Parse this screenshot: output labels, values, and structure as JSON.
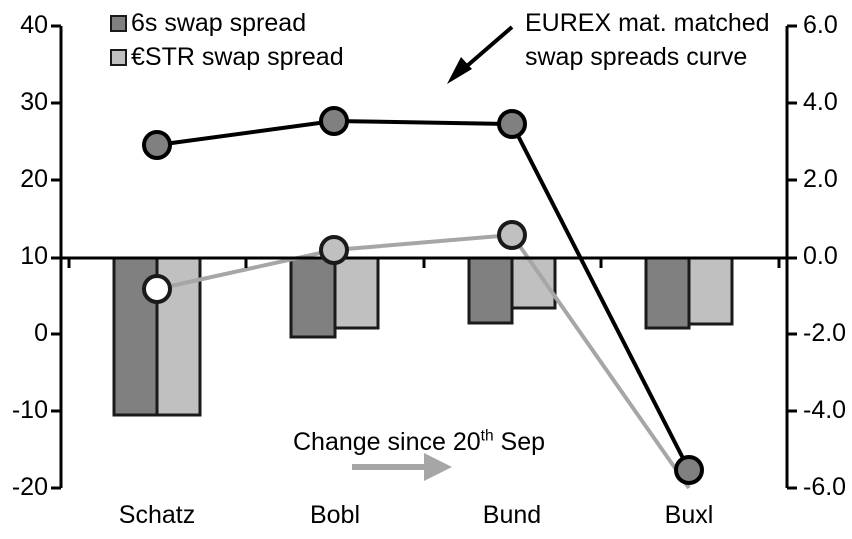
{
  "chart_data": {
    "type": "bar",
    "title": "",
    "subtitle": "",
    "xlabel": "",
    "ylabel": "",
    "categories": [
      "Schatz",
      "Bobl",
      "Bund",
      "Buxl"
    ],
    "grid": false,
    "legend_position": "top-left",
    "axes": {
      "left": {
        "ticks": [
          "40",
          "30",
          "20",
          "10",
          "0",
          "-10",
          "-20"
        ],
        "tick_values": [
          40,
          30,
          20,
          10,
          0,
          -10,
          -20
        ],
        "ylim": [
          -20,
          40
        ],
        "applies_to": [
          "6s swap spread",
          "€STR swap spread"
        ]
      },
      "right": {
        "ticks": [
          "6.0",
          "4.0",
          "2.0",
          "0.0",
          "-2.0",
          "-4.0",
          "-6.0"
        ],
        "tick_values": [
          6.0,
          4.0,
          2.0,
          0.0,
          -2.0,
          -4.0,
          -6.0
        ],
        "ylim": [
          -6.0,
          6.0
        ],
        "applies_to": [
          "EUREX mat. matched swap spreads curve",
          "Change since 20th Sep"
        ]
      }
    },
    "series": [
      {
        "name": "6s swap spread",
        "type": "bar",
        "axis": "left",
        "color": "#808080",
        "values": [
          -10.3,
          0.0,
          1.9,
          0.8
        ]
      },
      {
        "name": "€STR swap spread",
        "type": "bar",
        "axis": "left",
        "color": "#c0c0c0",
        "values": [
          -10.3,
          0.8,
          3.3,
          1.2
        ]
      },
      {
        "name": "EUREX mat. matched swap spreads curve",
        "type": "line",
        "axis": "right",
        "color": "#000000",
        "marker_fill": "#808080",
        "values": [
          2.9,
          3.5,
          3.4,
          -5.5
        ]
      },
      {
        "name": "Change since 20th Sep",
        "type": "line",
        "axis": "right",
        "color": "#a6a6a6",
        "marker_fill": "#c0c0c0",
        "values": [
          -0.8,
          0.1,
          0.6,
          -6.0
        ]
      }
    ],
    "annotations": [
      {
        "id": "curve-callout",
        "line1": "EUREX mat. matched",
        "line2": "swap spreads curve",
        "has_arrow": true
      },
      {
        "id": "change-note",
        "text_parts": [
          "Change since 20",
          "th",
          " Sep"
        ],
        "has_arrow": true
      }
    ]
  },
  "legend": {
    "items": [
      {
        "label": "6s swap spread",
        "color": "#808080"
      },
      {
        "label": "€STR swap spread",
        "color": "#c0c0c0"
      }
    ]
  },
  "annotation": {
    "curve_line1": "EUREX mat. matched",
    "curve_line2": "swap spreads curve",
    "change_prefix": "Change since 20",
    "change_sup": "th",
    "change_suffix": " Sep"
  },
  "colors": {
    "bar_dark": "#808080",
    "bar_light": "#c0c0c0",
    "line_black": "#000000",
    "line_gray": "#a6a6a6",
    "axis": "#000000"
  }
}
